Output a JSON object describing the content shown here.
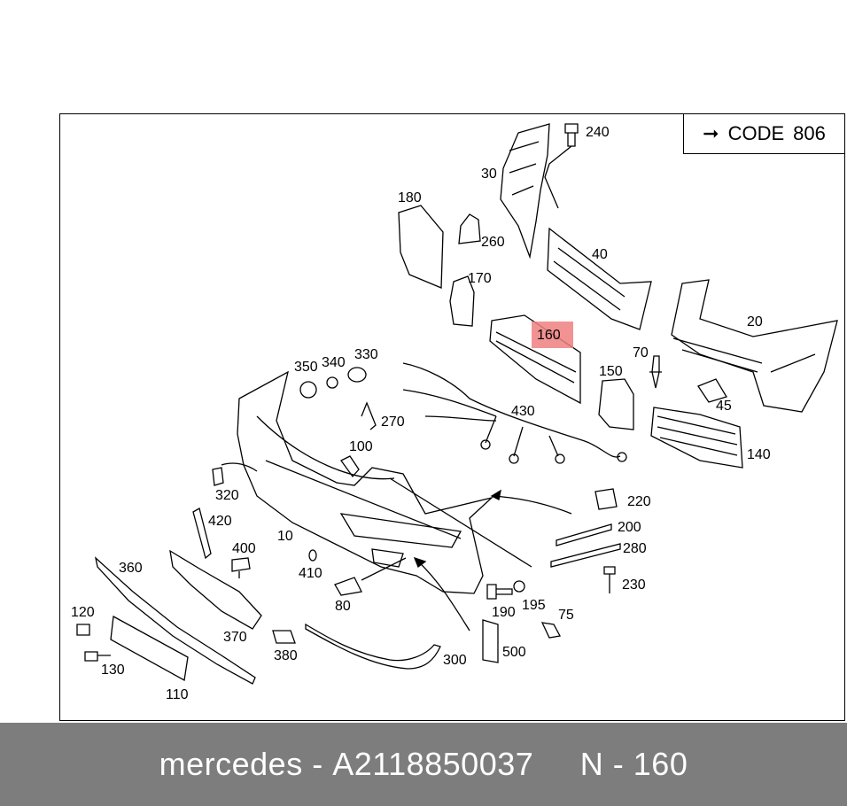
{
  "code_box": {
    "arrow_icon": "right-arrow-icon",
    "label": "CODE",
    "value": "806"
  },
  "highlight_color": "#f08080",
  "part_labels": {
    "p240": "240",
    "p30": "30",
    "p180": "180",
    "p260": "260",
    "p40": "40",
    "p170": "170",
    "p20": "20",
    "p160": "160",
    "p70": "70",
    "p150": "150",
    "p45": "45",
    "p350": "350",
    "p340": "340",
    "p330": "330",
    "p270": "270",
    "p430": "430",
    "p100": "100",
    "p140": "140",
    "p320": "320",
    "p220": "220",
    "p420": "420",
    "p200": "200",
    "p10": "10",
    "p400": "400",
    "p280": "280",
    "p360": "360",
    "p410": "410",
    "p230": "230",
    "p80": "80",
    "p190": "190",
    "p195": "195",
    "p75": "75",
    "p120": "120",
    "p370": "370",
    "p380": "380",
    "p300": "300",
    "p500": "500",
    "p130": "130",
    "p110": "110"
  },
  "footer": {
    "brand": "mercedes",
    "separator": " - ",
    "part_number": "A2118850037",
    "position_label": "N - 160"
  }
}
